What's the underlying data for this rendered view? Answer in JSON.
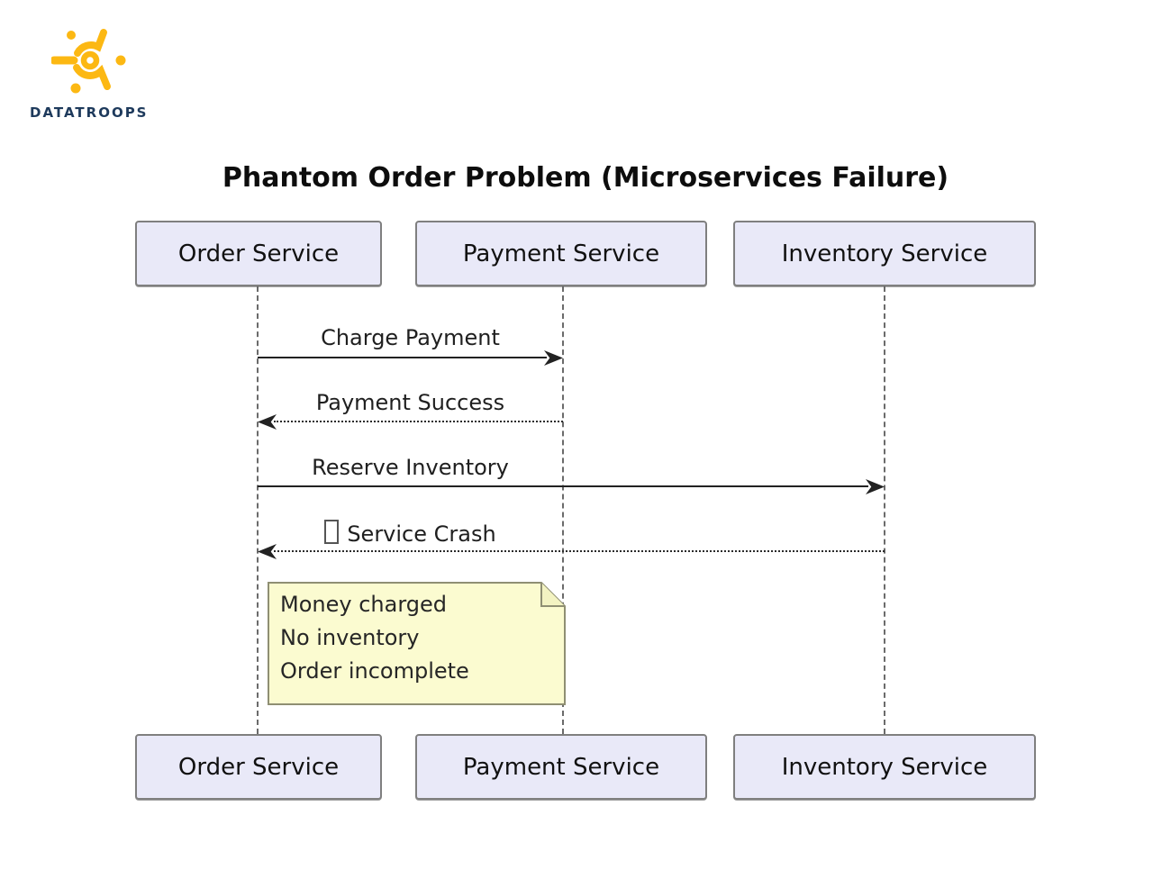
{
  "brand": {
    "name": "DATATROOPS",
    "logo_icon": "datatroops-sunburst-icon",
    "logo_color": "#FCB813",
    "name_color": "#1E3A5C"
  },
  "diagram": {
    "title": "Phantom Order Problem (Microservices Failure)",
    "type": "sequence-diagram",
    "actors": [
      {
        "id": "order",
        "label": "Order Service"
      },
      {
        "id": "payment",
        "label": "Payment Service"
      },
      {
        "id": "inventory",
        "label": "Inventory Service"
      }
    ],
    "messages": [
      {
        "label": "Charge Payment",
        "from": "Order Service",
        "to": "Payment Service",
        "line": "solid",
        "direction": "right"
      },
      {
        "label": "Payment Success",
        "from": "Payment Service",
        "to": "Order Service",
        "line": "dotted",
        "direction": "left"
      },
      {
        "label": "Reserve Inventory",
        "from": "Order Service",
        "to": "Inventory Service",
        "line": "solid",
        "direction": "right"
      },
      {
        "label": "Service Crash",
        "prefix_icon": "missing-glyph-box",
        "from": "Inventory Service",
        "to": "Order Service",
        "line": "dotted",
        "direction": "left"
      }
    ],
    "note": {
      "over": "Order Service, Payment Service",
      "lines": [
        "Money charged",
        "No inventory",
        "Order incomplete"
      ]
    },
    "colors": {
      "actor_fill": "#E9E9F8",
      "actor_border": "#7F7F7F",
      "note_fill": "#FBFBD0",
      "note_border": "#8F8F73",
      "message_line": "#222222",
      "lifeline": "#6B6B6B",
      "text": "#1A1A1A"
    }
  }
}
